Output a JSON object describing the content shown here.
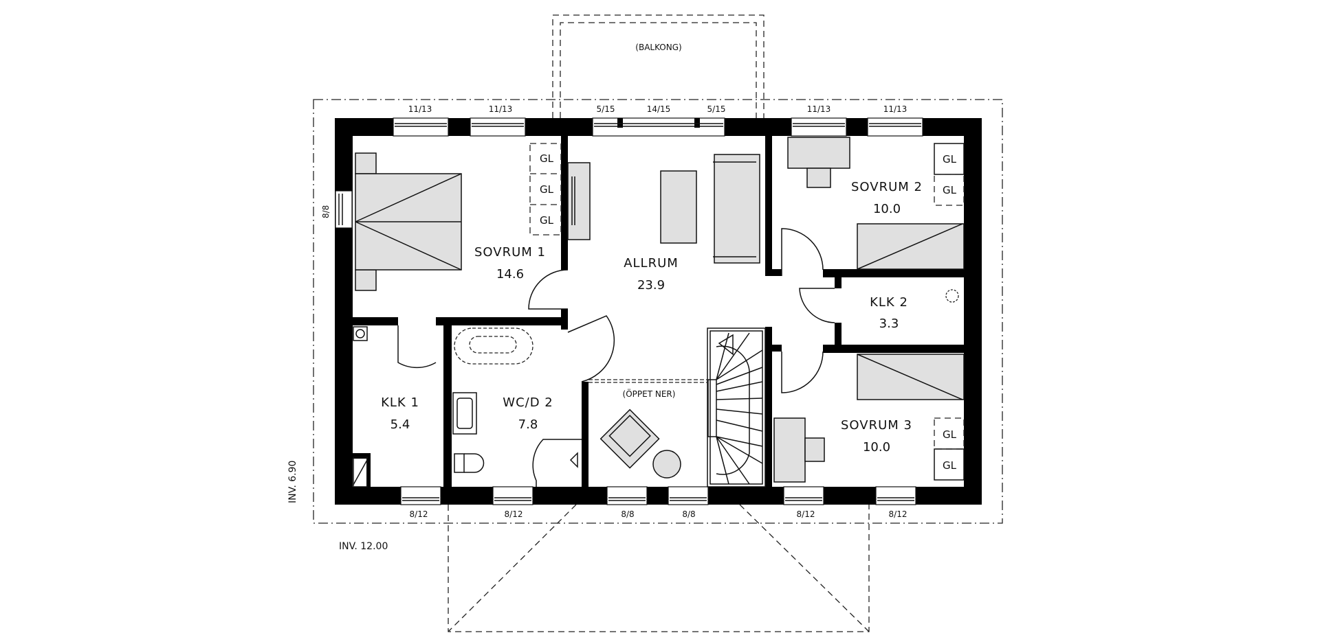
{
  "plan": {
    "balcony_label": "(BALKONG)",
    "open_below_label": "(ÖPPET NER)",
    "dimension_width": "INV. 12.00",
    "dimension_depth": "INV. 6.90",
    "rooms": [
      {
        "name": "SOVRUM 1",
        "area": "14.6"
      },
      {
        "name": "ALLRUM",
        "area": "23.9"
      },
      {
        "name": "SOVRUM 2",
        "area": "10.0"
      },
      {
        "name": "KLK 2",
        "area": "3.3"
      },
      {
        "name": "SOVRUM 3",
        "area": "10.0"
      },
      {
        "name": "KLK 1",
        "area": "5.4"
      },
      {
        "name": "WC/D 2",
        "area": "7.8"
      }
    ],
    "wardrobe_label": "GL",
    "windows_top": [
      "11/13",
      "11/13",
      "5/15",
      "14/15",
      "5/15",
      "11/13",
      "11/13"
    ],
    "windows_bottom": [
      "8/12",
      "8/12",
      "8/8",
      "8/8",
      "8/12",
      "8/12"
    ],
    "window_left": "8/8"
  }
}
